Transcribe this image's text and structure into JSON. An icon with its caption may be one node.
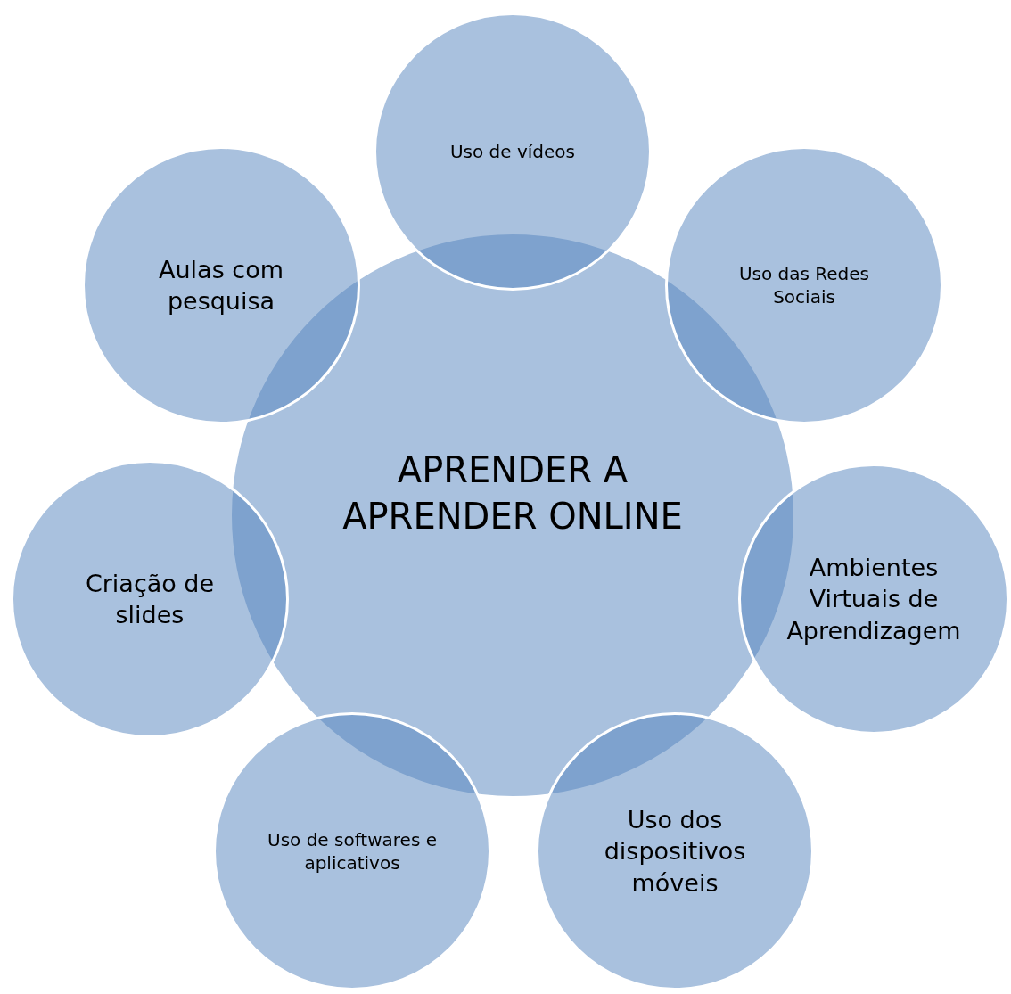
{
  "diagram": {
    "nodes": [
      {
        "text": [
          "APRENDER A APRENDER ONLINE"
        ]
      },
      {
        "text": [
          "Uso de vídeos"
        ]
      },
      {
        "text": [
          "Uso das Redes Sociais"
        ]
      },
      {
        "text": [
          "Ambientes Virtuais de Aprendizagem"
        ]
      },
      {
        "text": [
          "Uso dos dispositivos móveis"
        ]
      },
      {
        "text": [
          "Uso de softwares e aplicativos"
        ]
      },
      {
        "text": [
          "Criação de slides"
        ]
      },
      {
        "text": [
          "Aulas com pesquisa"
        ]
      }
    ]
  }
}
